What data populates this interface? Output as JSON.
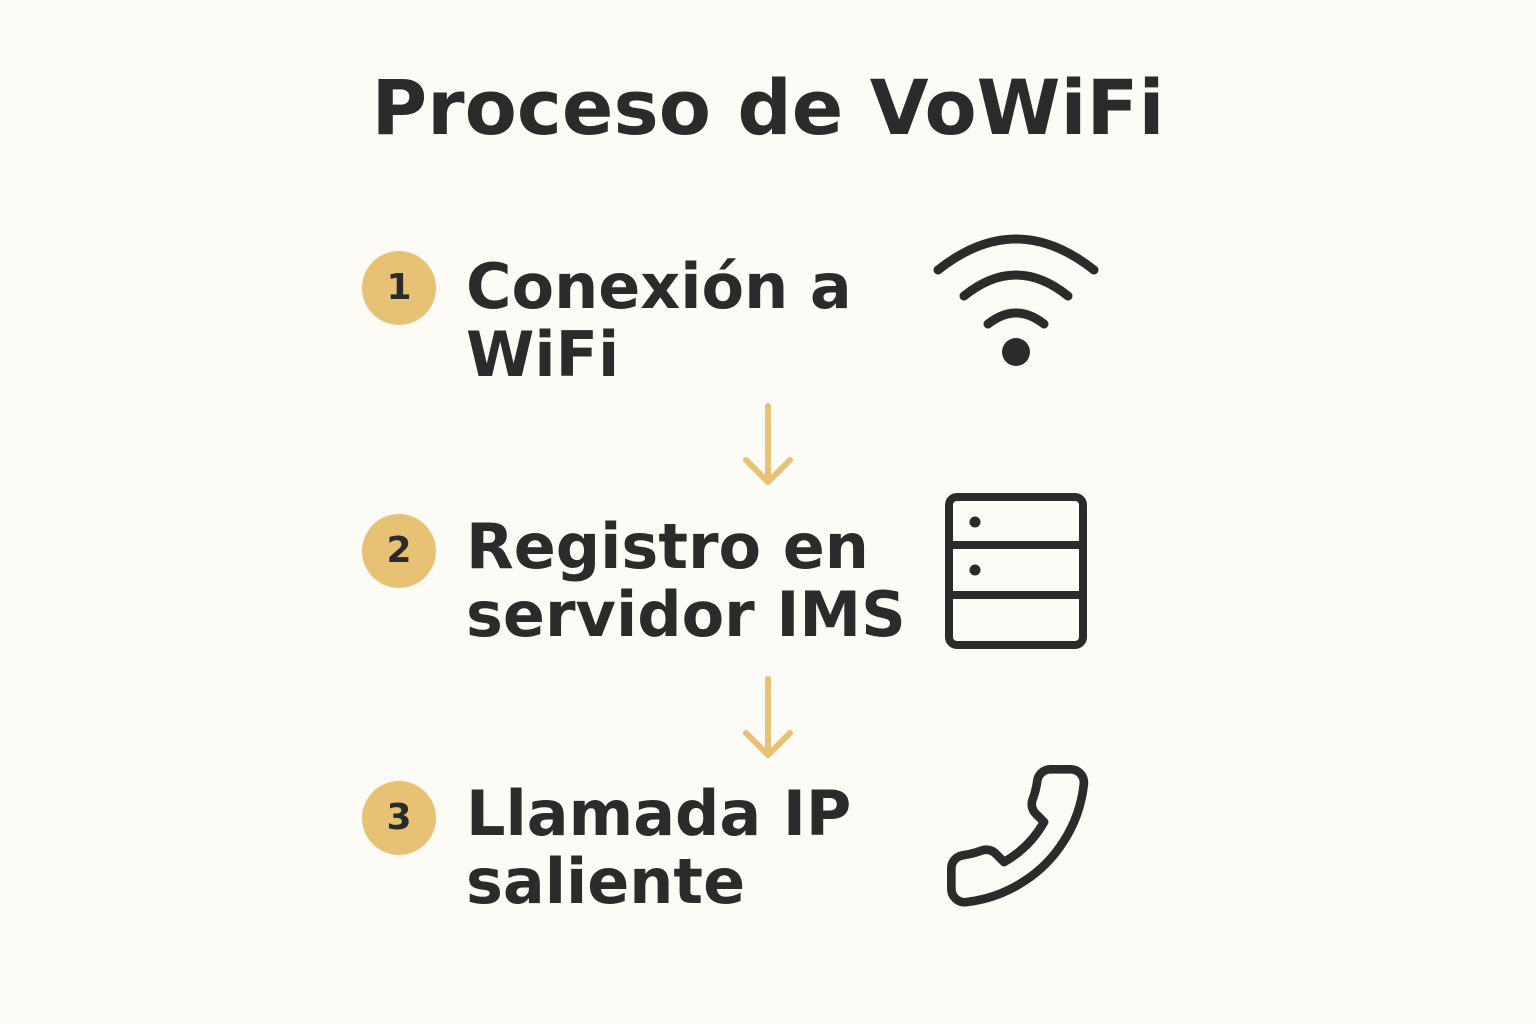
{
  "title": "Proceso de VoWiFi",
  "colors": {
    "background": "#fcfbf6",
    "accent": "#e8c274",
    "text": "#2b2b2b"
  },
  "steps": [
    {
      "number": "1",
      "label_lines": [
        "Conexión a",
        "WiFi"
      ],
      "icon": "wifi-icon"
    },
    {
      "number": "2",
      "label_lines": [
        "Registro en",
        "servidor IMS"
      ],
      "icon": "server-icon"
    },
    {
      "number": "3",
      "label_lines": [
        "Llamada IP",
        "saliente"
      ],
      "icon": "phone-icon"
    }
  ]
}
